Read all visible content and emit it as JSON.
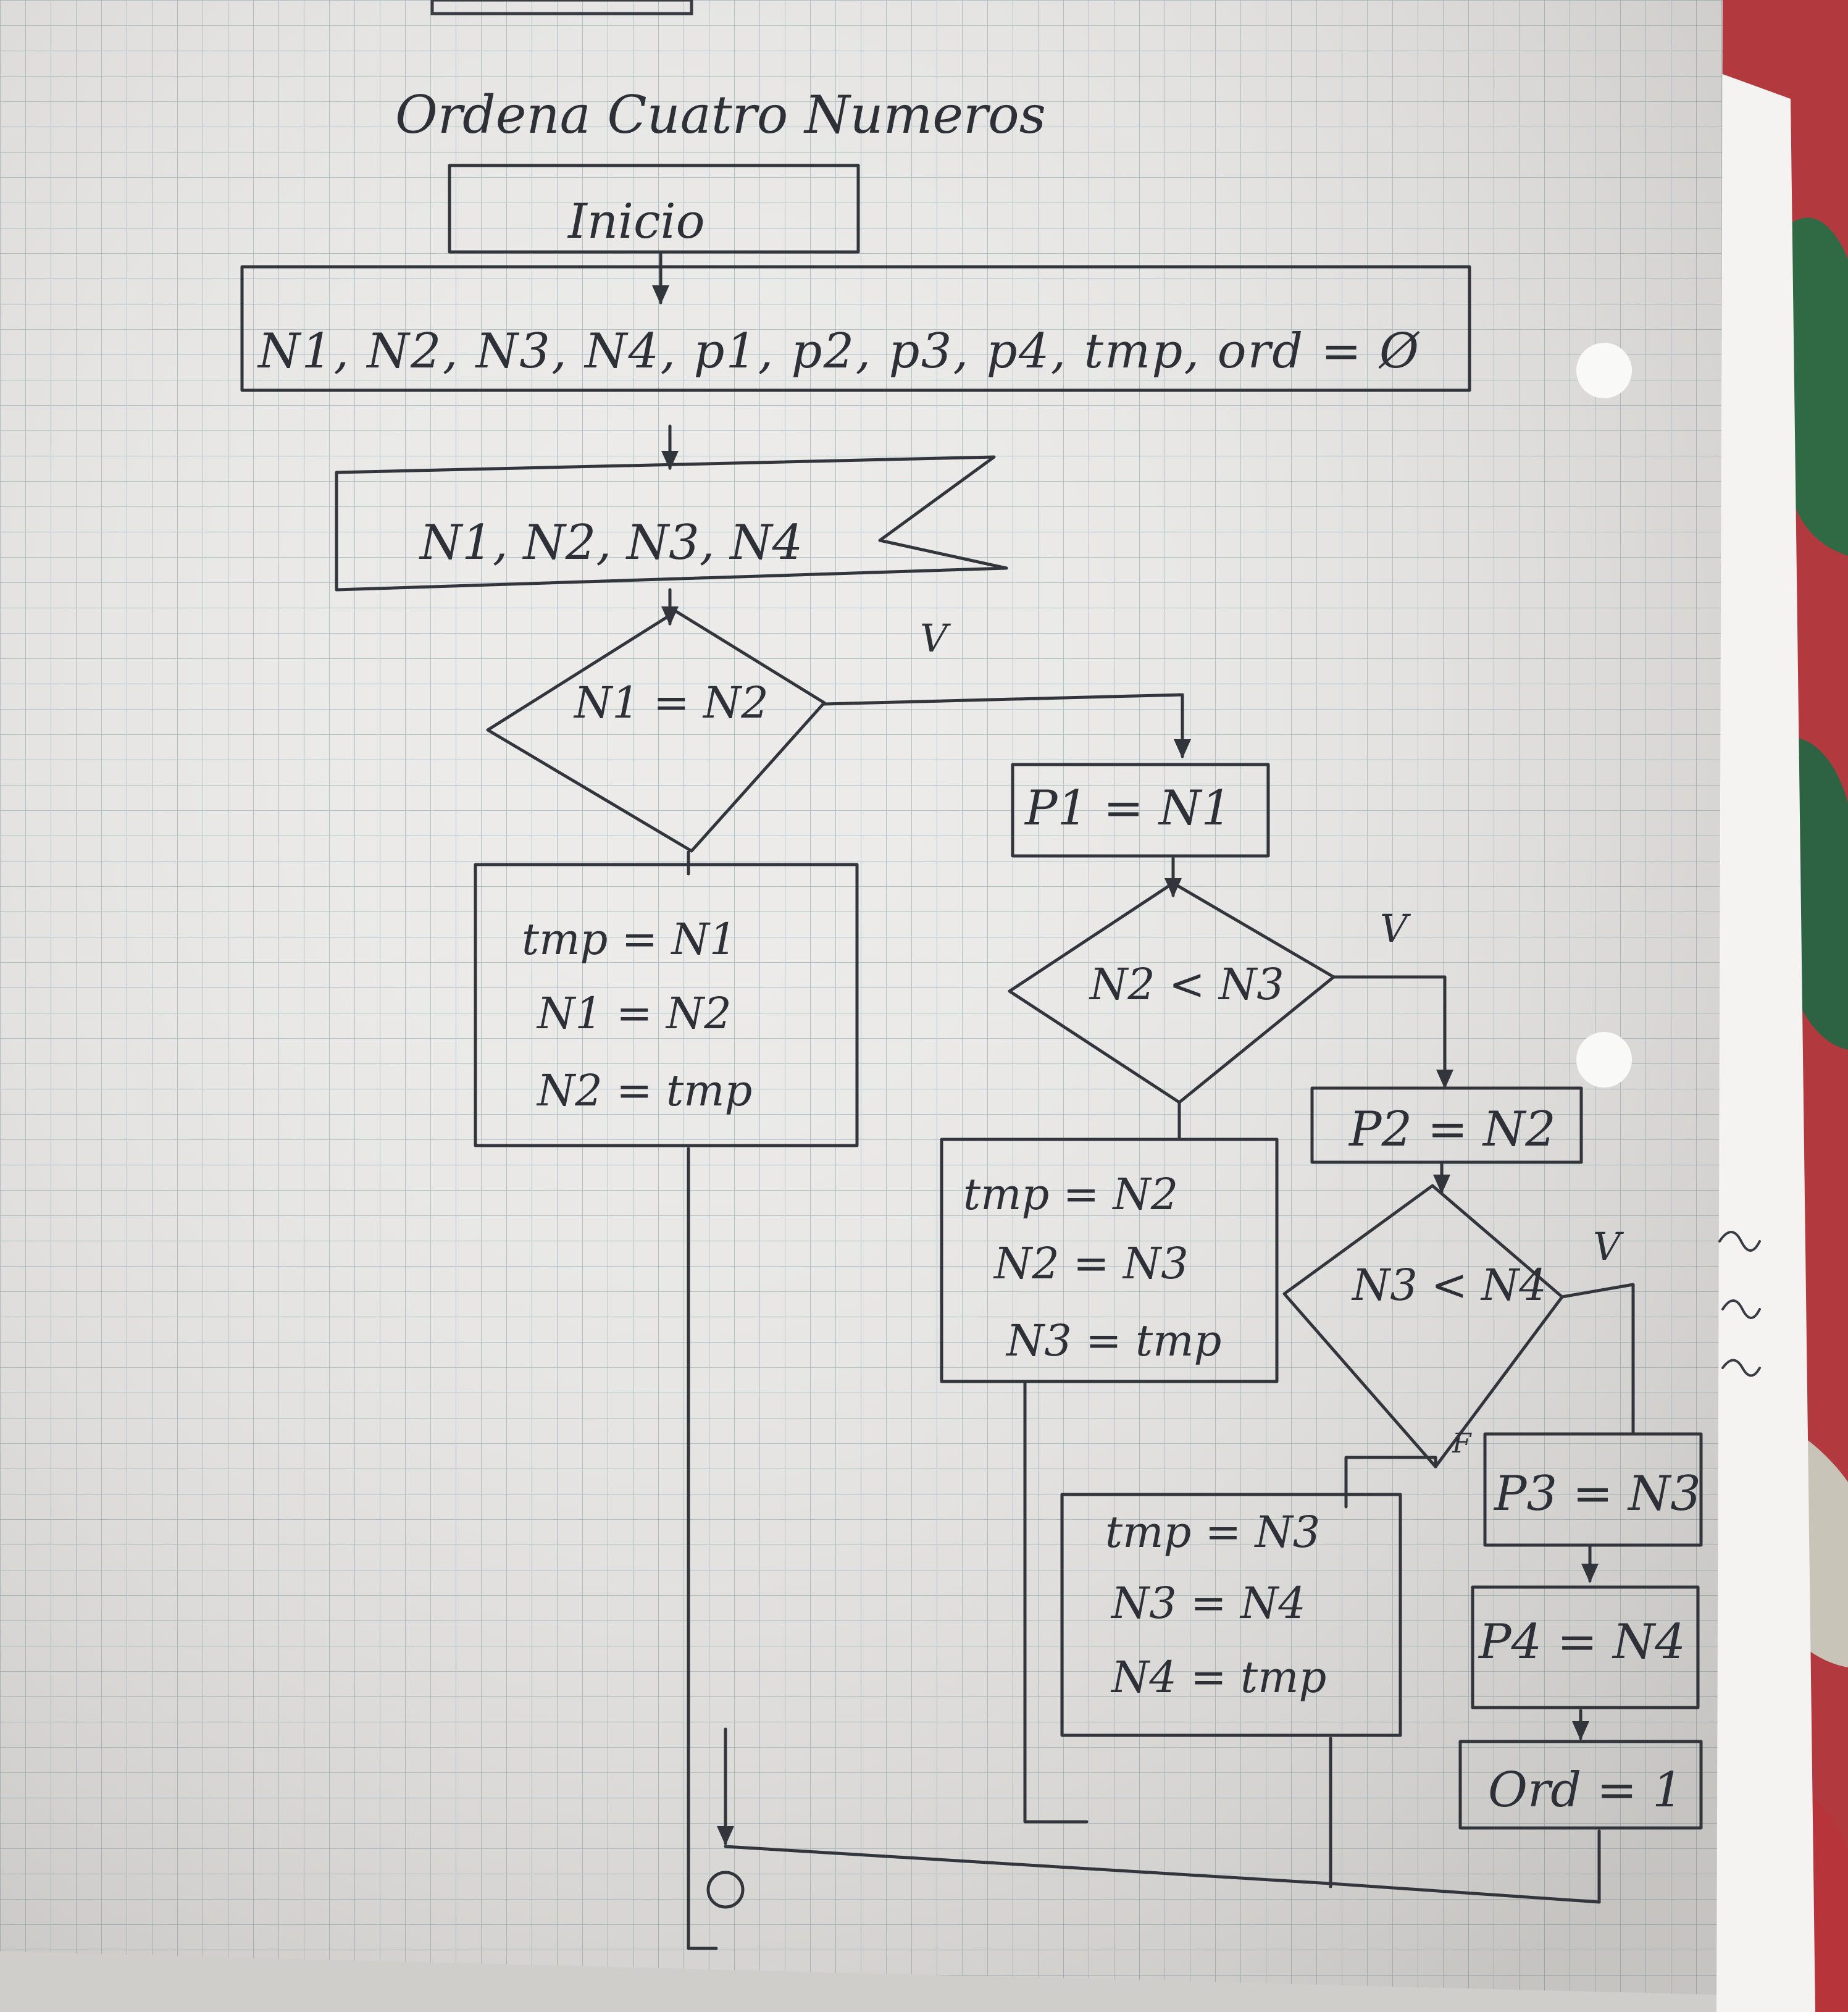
{
  "title": "Ordena Cuatro Numeros",
  "nodes": {
    "start": "Inicio",
    "declare": "N1, N2, N3, N4, p1, p2, p3, p4, tmp, ord = Ø",
    "input": "N1, N2, N3, N4",
    "cond1": "N1 = N2",
    "cond1_true": "V",
    "p1_assign": "P1 = N1",
    "swap1": [
      "tmp = N1",
      "N1 = N2",
      "N2 = tmp"
    ],
    "cond2": "N2 < N3",
    "cond2_true": "V",
    "p2_assign": "P2 = N2",
    "swap2": [
      "tmp = N2",
      "N2 = N3",
      "N3 = tmp"
    ],
    "cond3": "N3 < N4",
    "cond3_true": "V",
    "cond3_false": "F",
    "p3_assign": "P3 = N3",
    "p4_assign": "P4 = N4",
    "swap3": [
      "tmp = N3",
      "N3 = N4",
      "N4 = tmp"
    ],
    "ord_assign": "Ord = 1"
  },
  "colors": {
    "paper": "#ecebe9",
    "grid": "#a9c0c4",
    "ink": "#2e3038"
  }
}
